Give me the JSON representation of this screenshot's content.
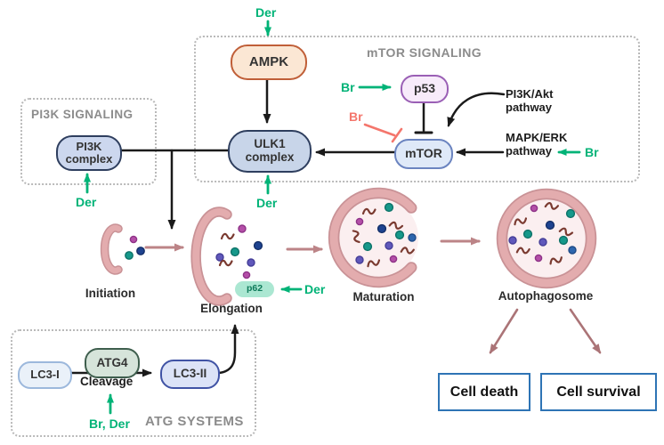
{
  "title_labels": {
    "mtor_box": "mTOR SIGNALING",
    "pi3k_box": "PI3K SIGNALING",
    "atg_box": "ATG SYSTEMS"
  },
  "nodes": {
    "ampk": "AMPK",
    "p53": "p53",
    "mtor": "mTOR",
    "ulk1_complex": "ULK1 complex",
    "pi3k_complex": "PI3K complex",
    "lc3_i": "LC3-I",
    "atg4": "ATG4",
    "lc3_ii": "LC3-II",
    "p62": "p62",
    "cleavage": "Cleavage"
  },
  "pathways": {
    "pi3k_akt": "PI3K/Akt pathway",
    "mapk_erk": "MAPK/ERK pathway"
  },
  "effectors": {
    "der": "Der",
    "br": "Br",
    "br_der": "Br, Der"
  },
  "stages": {
    "initiation": "Initiation",
    "elongation": "Elongation",
    "maturation": "Maturation",
    "autophagosome": "Autophagosome"
  },
  "outcomes": {
    "cell_death": "Cell death",
    "cell_survival": "Cell survival"
  },
  "colors": {
    "green_effector": "#00b377",
    "red_inhibitor": "#f4766c",
    "membrane_pink": "#dfa6a8",
    "outcome_border_blue": "#2e74b5",
    "section_label_gray": "#8c8c8c"
  }
}
